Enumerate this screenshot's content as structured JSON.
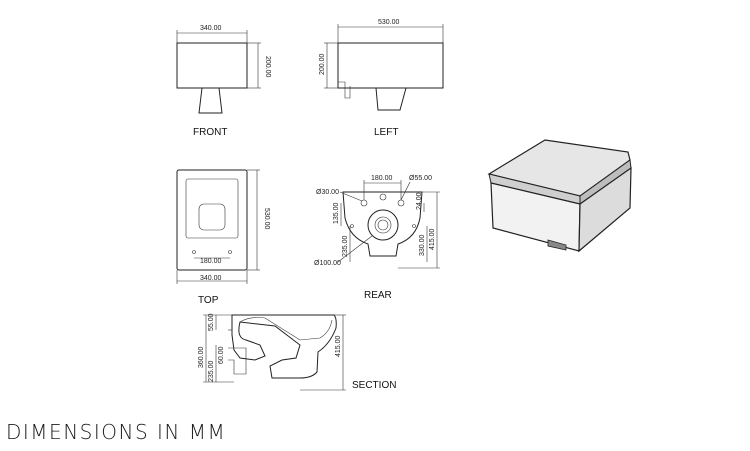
{
  "views": {
    "front": {
      "label": "FRONT",
      "width": "340.00",
      "height": "200.00"
    },
    "left": {
      "label": "LEFT",
      "width": "530.00",
      "height": "200.00"
    },
    "top": {
      "label": "TOP",
      "length": "530.00",
      "width": "340.00",
      "hole_spacing": "180.00"
    },
    "rear": {
      "label": "REAR",
      "hole_spacing": "180.00",
      "hole_large": "Ø55.00",
      "hole_small": "Ø30.00",
      "outlet": "Ø100.00",
      "dim_135": "135.00",
      "dim_235": "235.00",
      "dim_330": "330.00",
      "dim_415": "415.00",
      "dim_24": "24.00"
    },
    "section": {
      "label": "SECTION",
      "dim_55": "55.00",
      "dim_360": "360.00",
      "dim_235": "235.00",
      "dim_60": "60.00",
      "dim_415": "415.00"
    }
  },
  "footer": {
    "caption": "DIMENSIONS IN MM"
  }
}
